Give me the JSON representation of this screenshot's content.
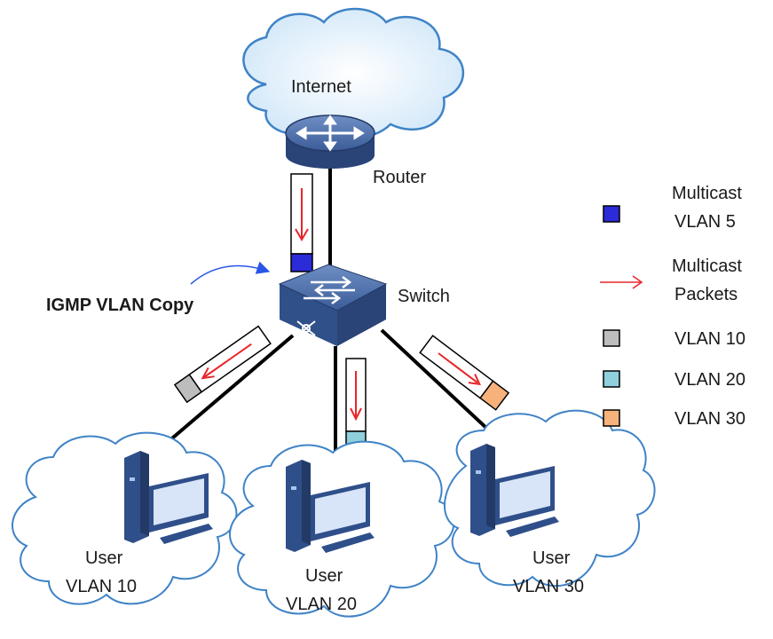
{
  "internet_label": "Internet",
  "router_label": "Router",
  "switch_label": "Switch",
  "feature_label": "IGMP  VLAN Copy",
  "users": [
    {
      "line1": "User",
      "line2": "VLAN 10"
    },
    {
      "line1": "User",
      "line2": "VLAN 20"
    },
    {
      "line1": "User",
      "line2": "VLAN 30"
    }
  ],
  "legend": [
    {
      "line1": "Multicast",
      "line2": "VLAN 5",
      "kind": "square",
      "color": "#2b2bd8"
    },
    {
      "line1": "Multicast",
      "line2": "Packets",
      "kind": "arrow",
      "color": "#e8262a"
    },
    {
      "line1": "VLAN 10",
      "line2": "",
      "kind": "square",
      "color": "#bdbdbd"
    },
    {
      "line1": "VLAN 20",
      "line2": "",
      "kind": "square",
      "color": "#8fd0dd"
    },
    {
      "line1": "VLAN 30",
      "line2": "",
      "kind": "square",
      "color": "#f6b27a"
    }
  ],
  "colors": {
    "cloud_fill": "#cfe6f8",
    "cloud_stroke": "#3f83c6",
    "device": "#2f4f8a",
    "link": "#000000",
    "arrow": "#e8262a",
    "curved_arrow": "#2a55e8"
  }
}
